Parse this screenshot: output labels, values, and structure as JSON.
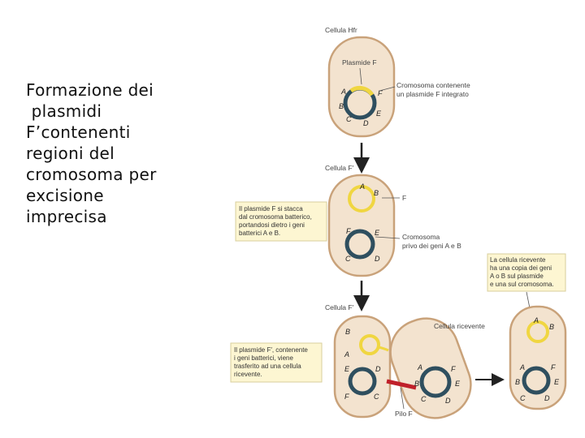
{
  "slide": {
    "title_lines": [
      "Formazione dei",
      " plasmidi",
      "F’contenenti",
      "regioni del",
      "cromosoma per",
      "excisione",
      "imprecisa"
    ]
  },
  "figure": {
    "colors": {
      "cell_fill": "#f3e3cf",
      "cell_stroke": "#c9a27a",
      "plasmid_yellow": "#f0d641",
      "chromosome": "#2f4f5f",
      "callout_fill": "#fdf6d2",
      "pilus": "#c0202a"
    },
    "stage1": {
      "cell_label": "Cellula Hfr",
      "plasmid_label": "Plasmide F",
      "chromosome_label": "Cromosoma contenente",
      "chromosome_label_2": "un plasmide F integrato",
      "genes": {
        "a": "A",
        "b": "B",
        "c": "C",
        "d": "D",
        "e": "E",
        "f": "F"
      }
    },
    "stage2": {
      "cell_label": "Cellula F′",
      "f_label": "F",
      "chromosome_label": "Cromosoma",
      "chromosome_label_2": "privo dei geni A e B",
      "callout": [
        "Il plasmide F si stacca",
        "dal cromosoma batterico,",
        "portandosi dietro i geni",
        "batterici A e B."
      ],
      "genes": {
        "a": "A",
        "b": "B",
        "c": "C",
        "d": "D",
        "e": "E",
        "f": "F"
      }
    },
    "stage3": {
      "cell_label": "Cellula F′",
      "recipient_label": "Cellula ricevente",
      "pilus_label": "Pilo F",
      "callout": [
        "Il plasmide F′, contenente",
        "i geni batterici, viene",
        "trasferito ad una cellula",
        "ricevente."
      ],
      "genes_donor": {
        "b": "B",
        "a": "A",
        "e": "E",
        "d": "D",
        "f": "F",
        "c": "C"
      },
      "genes_recipient": {
        "a": "A",
        "b": "B",
        "f": "F",
        "e": "E",
        "c": "C",
        "d": "D"
      }
    },
    "stage4": {
      "callout": [
        "La cellula ricevente",
        "ha una copia dei geni",
        "A o B sul plasmide",
        "e una sul cromosoma."
      ],
      "genes": {
        "a": "A",
        "b": "B",
        "a2": "A",
        "f": "F",
        "b2": "B",
        "e": "E",
        "c": "C",
        "d": "D"
      }
    }
  }
}
